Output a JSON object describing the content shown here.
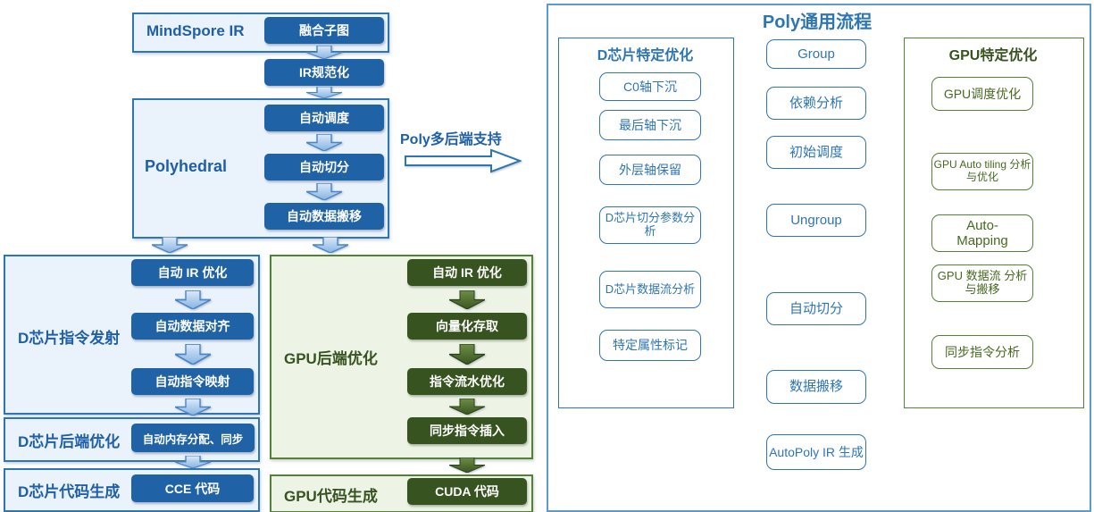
{
  "left_pipeline": {
    "mindspore": {
      "label": "MindSpore IR",
      "step": "融合子图"
    },
    "ir_normalize": "IR规范化",
    "polyhedral": {
      "label": "Polyhedral",
      "steps": [
        "自动调度",
        "自动切分",
        "自动数据搬移"
      ]
    },
    "multi_backend_label": "Poly多后端支持",
    "d_instruction": {
      "label": "D芯片指令发射",
      "steps": [
        "自动 IR 优化",
        "自动数据对齐",
        "自动指令映射"
      ]
    },
    "d_backend": {
      "label": "D芯片后端优化",
      "step": "自动内存分配、同步"
    },
    "d_codegen": {
      "label": "D芯片代码生成",
      "step": "CCE 代码"
    },
    "gpu_backend": {
      "label": "GPU后端优化",
      "steps": [
        "自动 IR 优化",
        "向量化存取",
        "指令流水优化",
        "同步指令插入"
      ]
    },
    "gpu_codegen": {
      "label": "GPU代码生成",
      "step": "CUDA 代码"
    }
  },
  "poly_flow": {
    "title": "Poly通用流程",
    "d_opts": {
      "header": "D芯片特定优化",
      "items": [
        "C0轴下沉",
        "最后轴下沉",
        "外层轴保留",
        "D芯片切分参数分析",
        "D芯片数据流分析",
        "特定属性标记"
      ]
    },
    "main_steps": [
      "Group",
      "依赖分析",
      "初始调度",
      "Ungroup",
      "自动切分",
      "数据搬移",
      "AutoPoly IR 生成"
    ],
    "gpu_opts": {
      "header": "GPU特定优化",
      "items": [
        "GPU调度优化",
        "GPU Auto tiling 分析与优化",
        "Auto-Mapping",
        "GPU 数据流 分析与搬移",
        "同步指令分析"
      ]
    }
  },
  "colors": {
    "solid_blue": "#1f62a5",
    "light_blue_fill": "#eaf2fb",
    "outline_blue": "#2e75b6",
    "connector_blue": "#4472c4",
    "connector_light_blue": "#8faadc",
    "solid_green": "#375320",
    "light_green_fill": "#edf3e5",
    "outline_green": "#538135",
    "panel_border": "#5b9bd5"
  }
}
